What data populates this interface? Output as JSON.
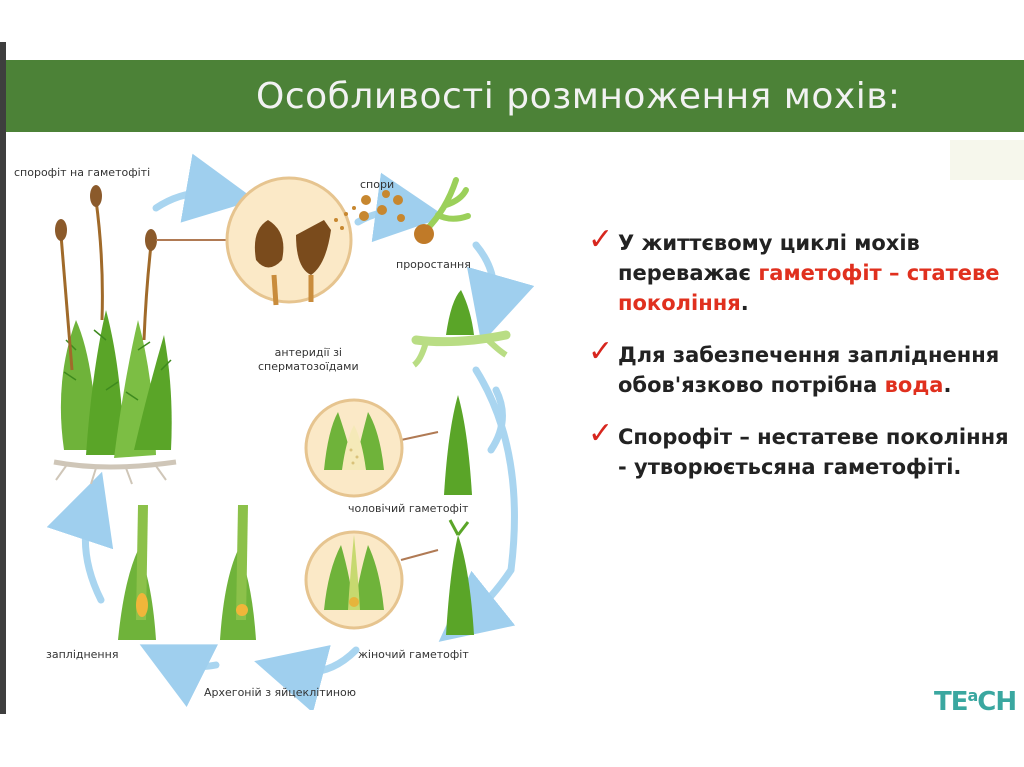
{
  "slide": {
    "title": "Особливості розмноження мохів:"
  },
  "diagram": {
    "labels": {
      "sporophyte_on_gametophyte": "спорофіт на гаметофіті",
      "spores": "спори",
      "germination": "проростання",
      "antheridia_line1": "антеридії зі",
      "antheridia_line2": "сперматозоїдами",
      "male_gametophyte": "чоловічий гаметофіт",
      "female_gametophyte": "жіночий гаметофіт",
      "fertilization": "запліднення",
      "archegonium": "Архегоній з яйцеклітиною"
    }
  },
  "bullets": [
    {
      "line1": "У життєвому циклі мохів",
      "line2_plain": "переважає ",
      "line2_red": "гаметофіт – статеве",
      "line3_red": "покоління",
      "line3_plain": "."
    },
    {
      "line1": "Для забезпечення запліднення",
      "line2_plain": "обов'язково потрібна ",
      "line2_red": "вода",
      "line2_end": "."
    },
    {
      "line1_red": "Спорофіт – нестатеве покоління",
      "line2": " -  утворюєтьсяна гаметофіті."
    }
  ],
  "logo": {
    "prefix": "TE",
    "small": "a",
    "suffix": "CH"
  },
  "colors": {
    "title_bar": "#4c8237",
    "accent_red": "#e0301e",
    "arrow_blue": "#9fcfee",
    "moss_green": "#5aa528"
  }
}
